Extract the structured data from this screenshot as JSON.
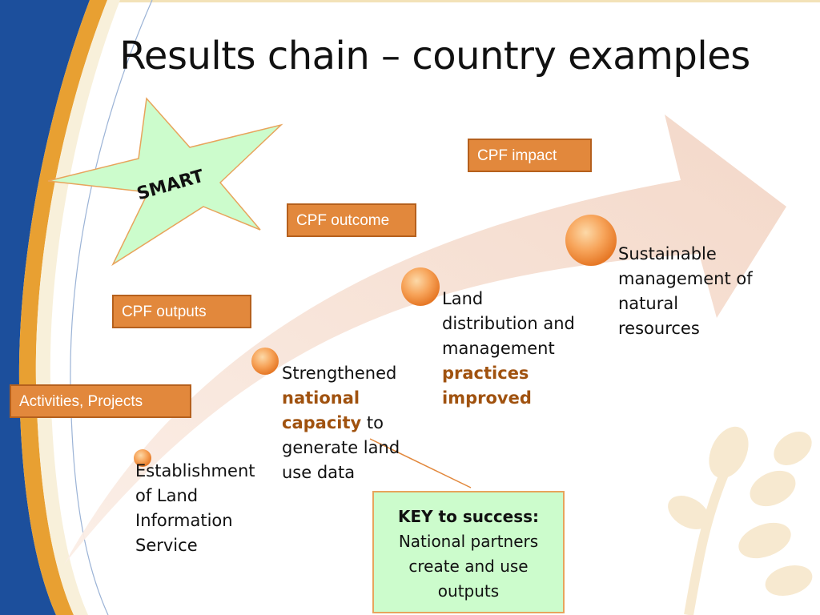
{
  "title": "Results chain – country examples",
  "star_label": "SMART",
  "levels": {
    "impact": "CPF impact",
    "outcome": "CPF outcome",
    "outputs": "CPF outputs",
    "activities": "Activities, Projects"
  },
  "steps": [
    {
      "pre": "Establishment of Land Information Service",
      "highlight": "",
      "post": ""
    },
    {
      "pre": "Strengthened ",
      "highlight": "national capacity",
      "post": " to generate land use data"
    },
    {
      "pre": "Land distribution and management ",
      "highlight": "practices improved",
      "post": ""
    },
    {
      "pre": "Sustainable management of natural resources",
      "highlight": "",
      "post": ""
    }
  ],
  "key": {
    "heading": "KEY to success:",
    "body": "National partners create and use outputs"
  },
  "colors": {
    "accent_orange": "#e2883c",
    "highlight_brown": "#a0520f",
    "sidebar_blue": "#1a4e9a",
    "arrow_fill": "#f5ddd0",
    "star_fill": "#ccfccc",
    "key_fill": "#ccfccc"
  }
}
